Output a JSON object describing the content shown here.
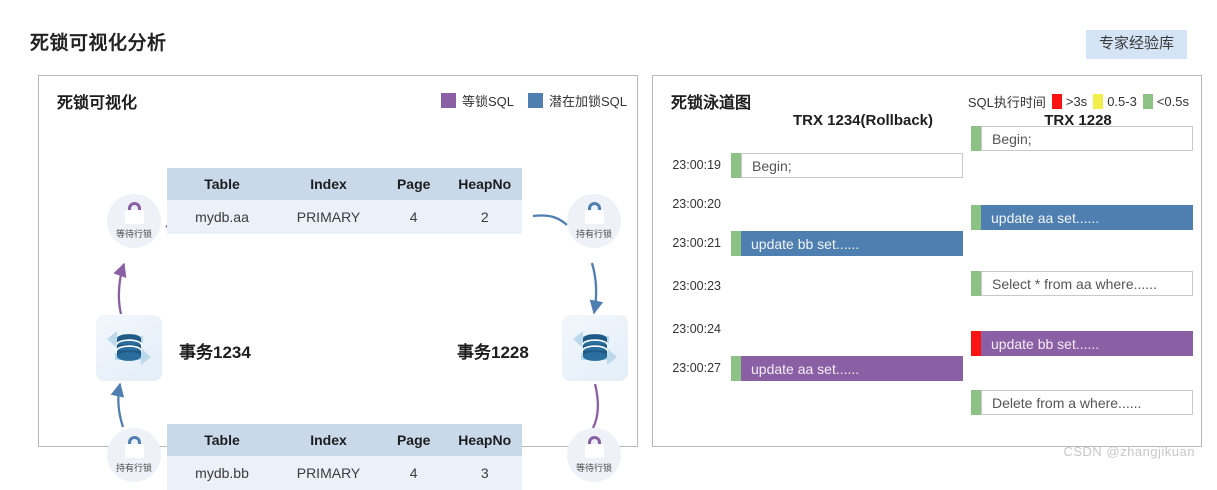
{
  "page": {
    "title": "死锁可视化分析",
    "expert_button": "专家经验库",
    "watermark": "CSDN @zhangjikuan"
  },
  "colors": {
    "wait_lock_purple": "#8a5fa3",
    "potential_lock_blue": "#4f7eb0",
    "slow_red": "#fb1212",
    "medium_yellow": "#f2ee4c",
    "fast_green": "#8cc283",
    "table_header": "#c9d9ea",
    "table_cell": "#eaf1f8",
    "expert_button_bg": "#d4e3f6"
  },
  "left_panel": {
    "title": "死锁可视化",
    "legend": [
      {
        "label": "等锁SQL",
        "color": "#8a5fa3",
        "key": "wait-sql"
      },
      {
        "label": "潜在加锁SQL",
        "color": "#4f7eb0",
        "key": "potential-sql"
      }
    ],
    "nodes": {
      "trx_left_label": "事务1234",
      "trx_right_label": "事务1228",
      "lock_top_left": {
        "label": "等待行锁",
        "state": "wait"
      },
      "lock_top_right": {
        "label": "持有行锁",
        "state": "hold"
      },
      "lock_bottom_left": {
        "label": "持有行锁",
        "state": "hold"
      },
      "lock_bottom_right": {
        "label": "等待行锁",
        "state": "wait"
      }
    },
    "tables": [
      {
        "id": "lock-table-top",
        "headers": [
          "Table",
          "Index",
          "Page",
          "HeapNo"
        ],
        "row": [
          "mydb.aa",
          "PRIMARY",
          "4",
          "2"
        ]
      },
      {
        "id": "lock-table-bottom",
        "headers": [
          "Table",
          "Index",
          "Page",
          "HeapNo"
        ],
        "row": [
          "mydb.bb",
          "PRIMARY",
          "4",
          "3"
        ]
      }
    ]
  },
  "right_panel": {
    "title": "死锁泳道图",
    "legend_title": "SQL执行时间",
    "legend": [
      {
        "label": ">3s",
        "color": "#fb1212",
        "key": "over-3s"
      },
      {
        "label": "0.5-3",
        "color": "#f2ee4c",
        "key": "half-to-3s"
      },
      {
        "label": "<0.5s",
        "color": "#8cc283",
        "key": "under-half-s"
      }
    ],
    "lanes": [
      {
        "id": "lane-trx-1234",
        "header": "TRX 1234(Rollback)"
      },
      {
        "id": "lane-trx-1228",
        "header": "TRX 1228"
      }
    ],
    "timestamps": [
      "23:00:19",
      "23:00:20",
      "23:00:21",
      "23:00:23",
      "23:00:24",
      "23:00:27"
    ],
    "lane_a_statements": [
      {
        "time": "23:00:19",
        "text": "Begin;",
        "tick": "#8cc283",
        "style": "plain"
      },
      {
        "time": "23:00:21",
        "text": "update bb set......",
        "tick": "#8cc283",
        "style": "blue"
      },
      {
        "time": "23:00:27",
        "text": "update aa set......",
        "tick": "#8cc283",
        "style": "purple"
      }
    ],
    "lane_b_statements": [
      {
        "text": "Begin;",
        "tick": "#8cc283",
        "style": "plain"
      },
      {
        "text": "update aa set......",
        "tick": "#8cc283",
        "style": "blue"
      },
      {
        "text": "Select * from aa where......",
        "tick": "#8cc283",
        "style": "plain"
      },
      {
        "text": "update bb set......",
        "tick": "#fb1212",
        "style": "purple"
      },
      {
        "text": "Delete from a where......",
        "tick": "#8cc283",
        "style": "plain"
      }
    ]
  }
}
